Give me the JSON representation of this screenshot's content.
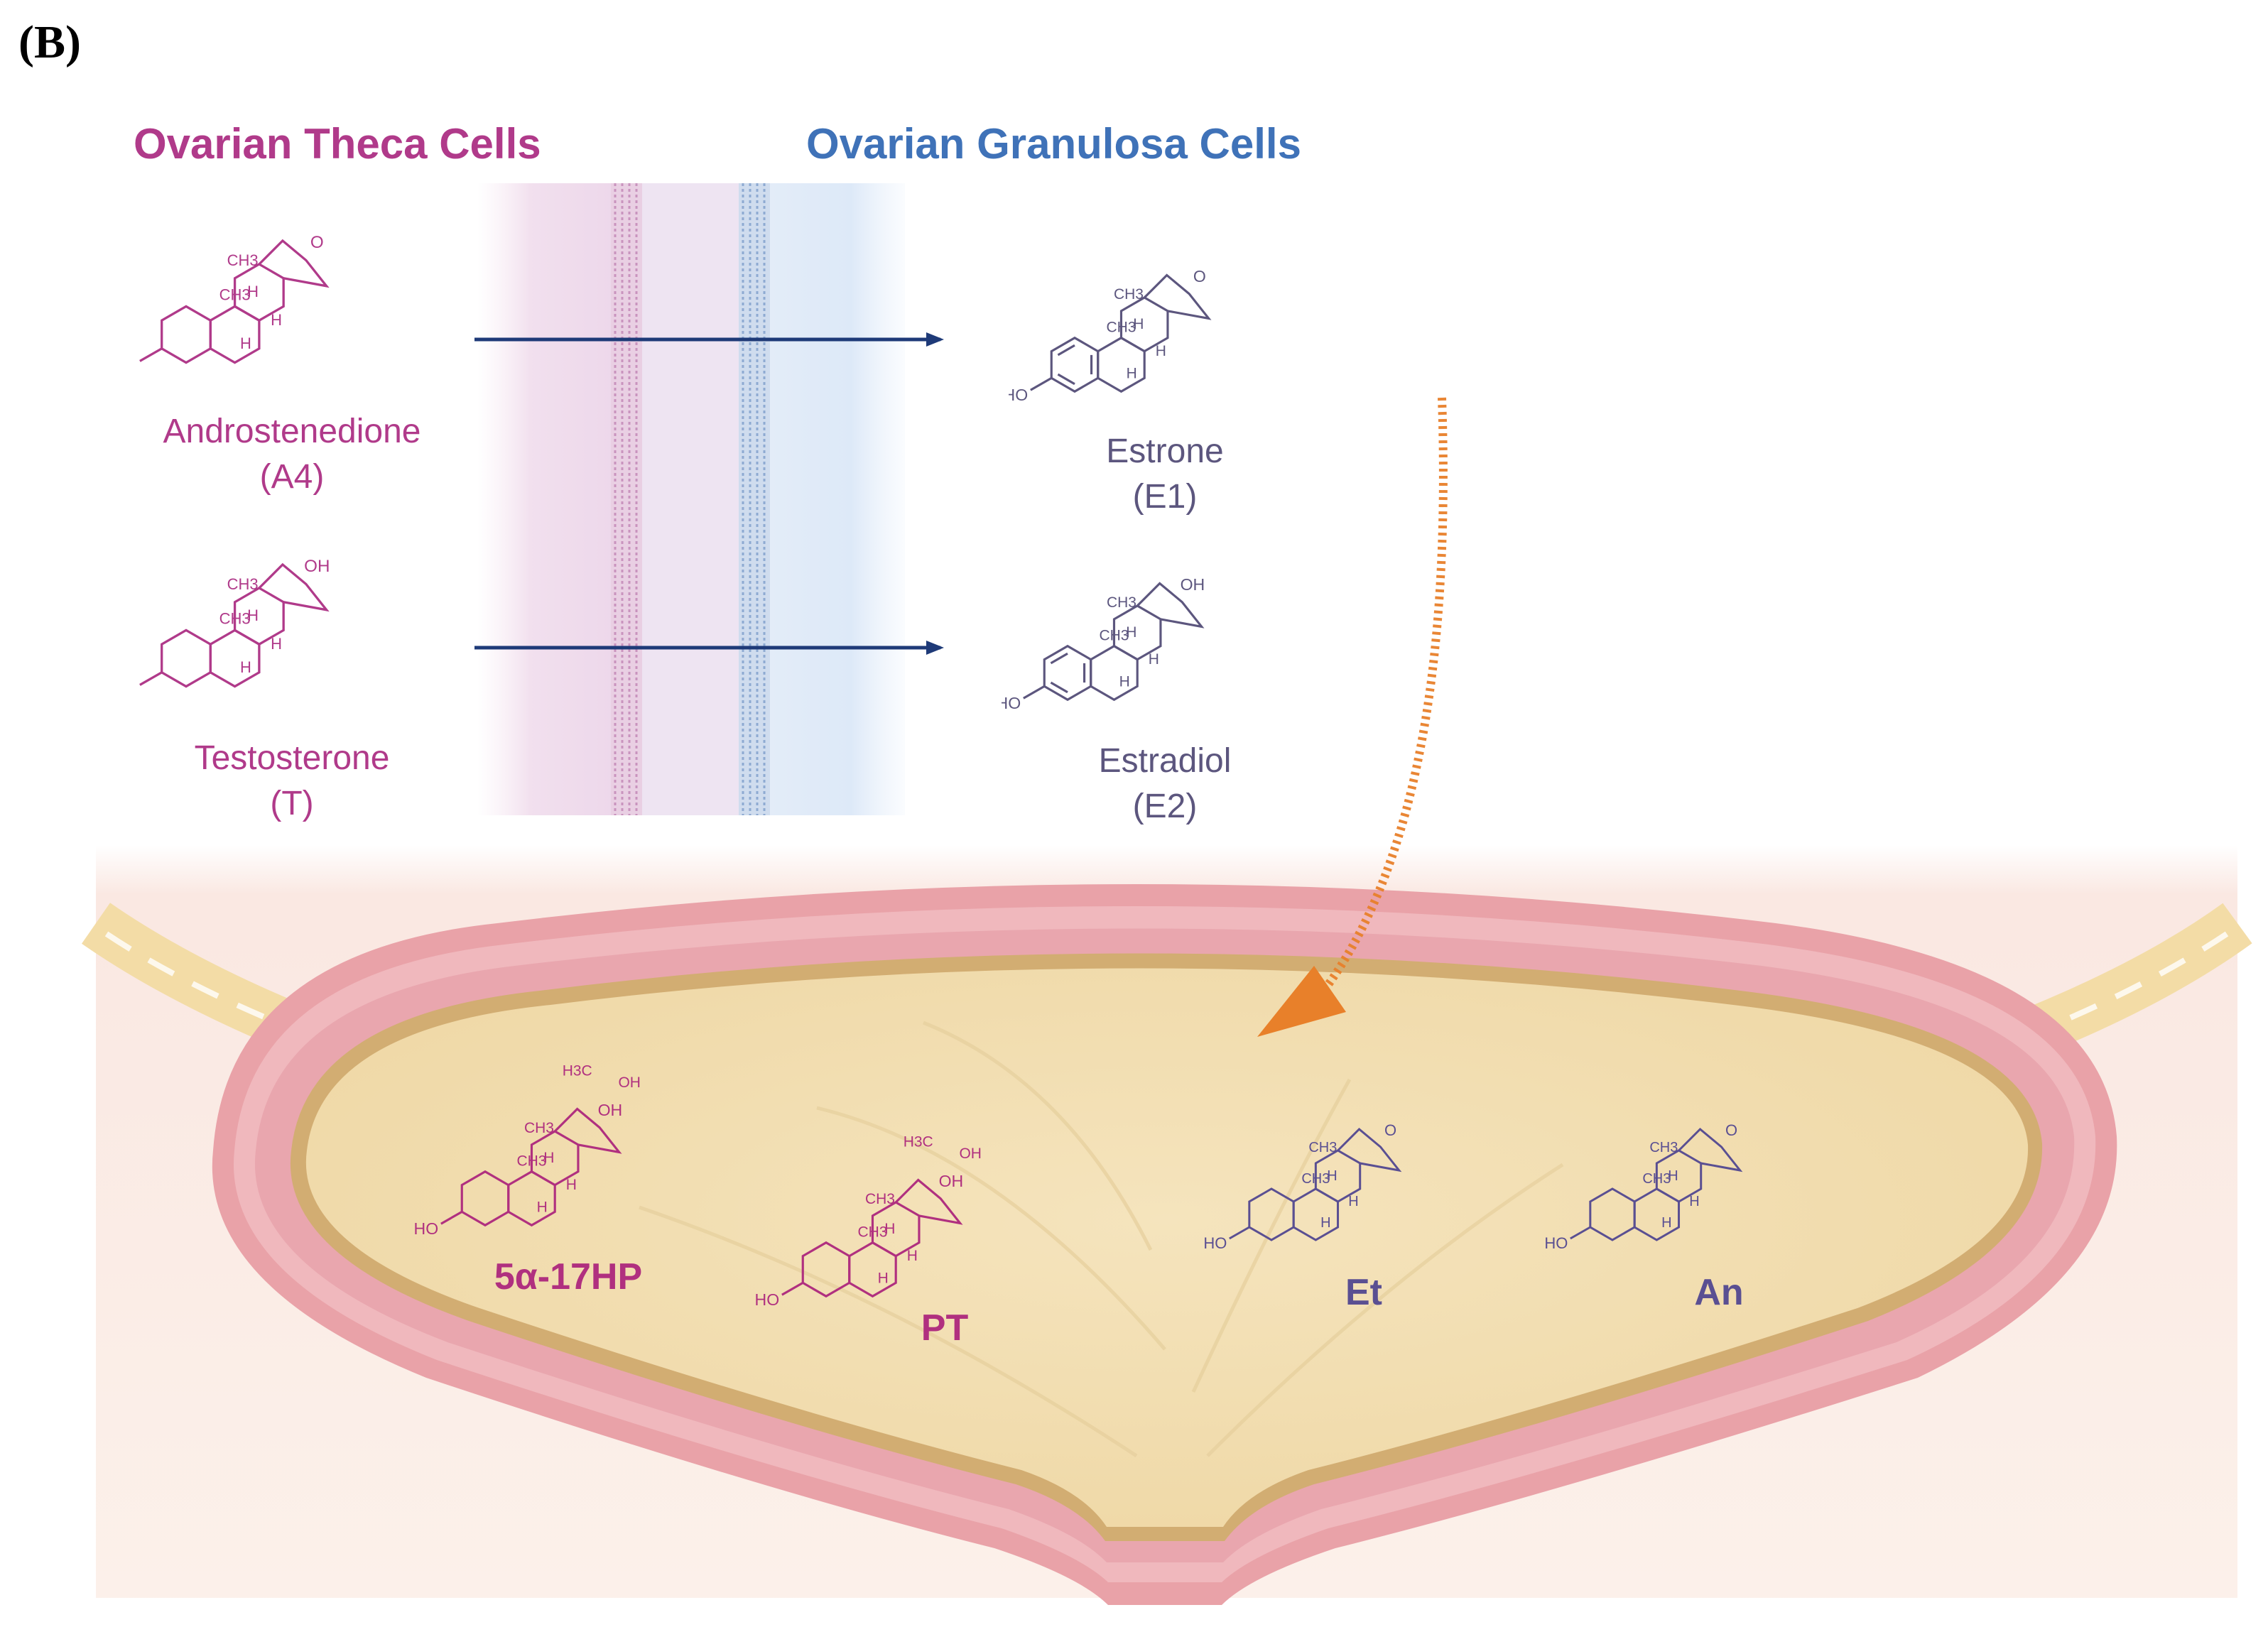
{
  "panel_label": "(B)",
  "headers": {
    "theca": "Ovarian Theca Cells",
    "granulosa": "Ovarian Granulosa Cells"
  },
  "theca_molecules": [
    {
      "name": "Androstenedione",
      "abbr": "(A4)",
      "substituent": "O"
    },
    {
      "name": "Testosterone",
      "abbr": "(T)",
      "substituent": "OH"
    }
  ],
  "granulosa_molecules": [
    {
      "name": "Estrone",
      "abbr": "(E1)",
      "substituent": "O"
    },
    {
      "name": "Estradiol",
      "abbr": "(E2)",
      "substituent": "OH"
    }
  ],
  "urinary_metabolites": [
    {
      "abbr": "5α-17HP"
    },
    {
      "abbr": "PT"
    },
    {
      "abbr": "Et"
    },
    {
      "abbr": "An"
    }
  ],
  "atom_labels": {
    "methyl": "CH3",
    "hydrogen": "H",
    "hydroxyl": "HO",
    "oxygen": "O",
    "oh": "OH",
    "h3c": "H3C"
  },
  "colors": {
    "theca": "#b03a8a",
    "granulosa": "#3f72b8",
    "estrogen_molecule": "#5c567e",
    "urinary_theca": "#b0307f",
    "urinary_granulosa": "#5a4f92",
    "arrow_blue": "#1e3a78",
    "arrow_orange": "#e8802a",
    "bladder_wall": "#e9a2a8",
    "bladder_fill": "#f3e2b6"
  }
}
